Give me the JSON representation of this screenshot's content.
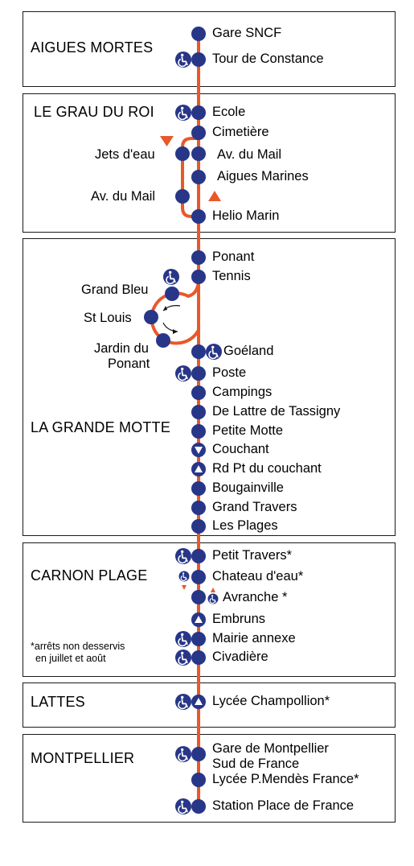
{
  "colors": {
    "route": "#e8592a",
    "stop": "#283688",
    "border": "#1a1a1a"
  },
  "zones": [
    {
      "label": "AIGUES MORTES"
    },
    {
      "label": "LE GRAU DU ROI"
    },
    {
      "label": "LA GRANDE MOTTE"
    },
    {
      "label": "CARNON PLAGE"
    },
    {
      "label": "LATTES"
    },
    {
      "label": "MONTPELLIER"
    }
  ],
  "stops": {
    "gare_sncf": "Gare SNCF",
    "tour_constance": "Tour de Constance",
    "ecole": "Ecole",
    "cimetiere": "Cimetière",
    "jets_deau": "Jets d'eau",
    "av_mail_r": "Av. du Mail",
    "aigues_marines": "Aigues Marines",
    "av_mail_l": "Av. du Mail",
    "helio_marin": "Helio Marin",
    "ponant": "Ponant",
    "tennis": "Tennis",
    "grand_bleu": "Grand Bleu",
    "st_louis": "St Louis",
    "jardin_line1": "Jardin du",
    "jardin_line2": "Ponant",
    "goeland": "Goéland",
    "poste": "Poste",
    "campings": "Campings",
    "de_lattre": "De Lattre de Tassigny",
    "petite_motte": "Petite Motte",
    "couchant": "Couchant",
    "rd_pt_couchant": "Rd Pt du couchant",
    "bougainville": "Bougainville",
    "grand_travers": "Grand Travers",
    "les_plages": "Les Plages",
    "petit_travers": "Petit Travers*",
    "chateau_deau": "Chateau d'eau*",
    "avranche": "Avranche *",
    "embruns": "Embruns",
    "mairie_annexe": "Mairie annexe",
    "civadiere": "Civadière",
    "lycee_champollion": "Lycée Champollion*",
    "gare_montpellier_1": "Gare de Montpellier",
    "gare_montpellier_2": "Sud de France",
    "lycee_mendes": "Lycée P.Mendès France*",
    "station_place": "Station Place de France"
  },
  "note": {
    "line1": "*arrêts non desservis",
    "line2": "en juillet et août"
  }
}
